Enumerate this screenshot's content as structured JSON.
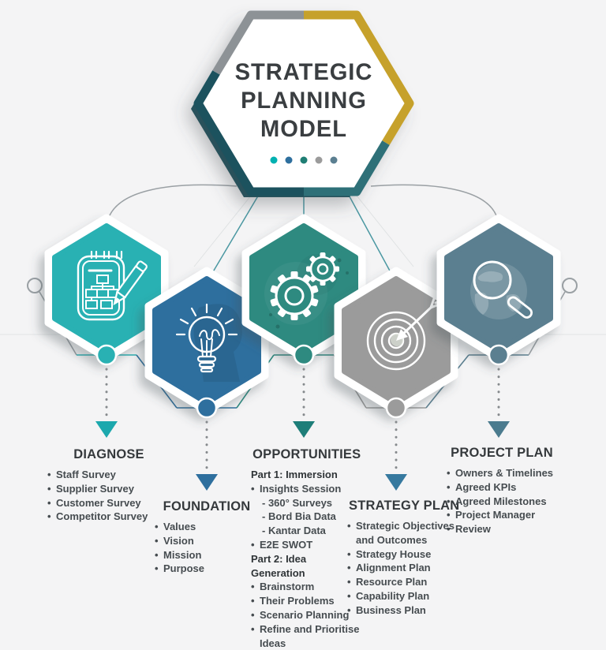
{
  "title": {
    "lines": [
      "STRATEGIC",
      "PLANNING",
      "MODEL"
    ]
  },
  "title_dots": [
    "#00b1b1",
    "#2e6f9e",
    "#1f7e74",
    "#9b9b9b",
    "#5b7f91"
  ],
  "bullet_char": "•",
  "colors": {
    "background": "#f4f4f5",
    "neutral_line": "#9aa0a4",
    "branch_line": "#4b98a2",
    "dotted_line": "#85898c",
    "big_hex": {
      "gray": "#8d9296",
      "gold": "#c6a12b",
      "teal": "#2e7078",
      "dark": "#1c525e"
    }
  },
  "stages": [
    {
      "title": "DIAGNOSE",
      "icon": "clipboard-pencil-icon",
      "color": "#29b1b3",
      "arrow": "#1ca8ad",
      "items": [
        {
          "type": "bullet",
          "text": "Staff Survey"
        },
        {
          "type": "bullet",
          "text": "Supplier Survey"
        },
        {
          "type": "bullet",
          "text": "Customer Survey"
        },
        {
          "type": "bullet",
          "text": "Competitor Survey"
        }
      ]
    },
    {
      "title": "FOUNDATION",
      "icon": "lightbulb-head-icon",
      "color": "#2e6f9e",
      "arrow": "#2e6f9e",
      "items": [
        {
          "type": "bullet",
          "text": "Values"
        },
        {
          "type": "bullet",
          "text": "Vision"
        },
        {
          "type": "bullet",
          "text": "Mission"
        },
        {
          "type": "bullet",
          "text": "Purpose"
        }
      ]
    },
    {
      "title": "OPPORTUNITIES",
      "icon": "gears-icon",
      "color": "#2e8a80",
      "arrow": "#1e7e79",
      "items": [
        {
          "type": "part",
          "text": "Part 1: Immersion"
        },
        {
          "type": "bullet",
          "text": "Insights Session"
        },
        {
          "type": "sub",
          "text": "- 360° Surveys"
        },
        {
          "type": "sub",
          "text": "- Bord Bia Data"
        },
        {
          "type": "sub",
          "text": "- Kantar Data"
        },
        {
          "type": "bullet",
          "text": "E2E SWOT"
        },
        {
          "type": "part",
          "text": "Part 2: Idea Generation"
        },
        {
          "type": "bullet",
          "text": "Brainstorm"
        },
        {
          "type": "bullet",
          "text": "Their Problems"
        },
        {
          "type": "bullet",
          "text": "Scenario Planning"
        },
        {
          "type": "bullet",
          "text": "Refine and Prioritise Ideas"
        }
      ]
    },
    {
      "title": "STRATEGY PLAN",
      "icon": "target-arrow-icon",
      "color": "#9b9b9b",
      "arrow": "#36799f",
      "items": [
        {
          "type": "bullet",
          "text": "Strategic Objectives and Outcomes"
        },
        {
          "type": "bullet",
          "text": "Strategy House"
        },
        {
          "type": "bullet",
          "text": "Alignment Plan"
        },
        {
          "type": "bullet",
          "text": "Resource Plan"
        },
        {
          "type": "bullet",
          "text": "Capability Plan"
        },
        {
          "type": "bullet",
          "text": "Business Plan"
        }
      ]
    },
    {
      "title": "PROJECT PLAN",
      "icon": "magnifier-globe-icon",
      "color": "#5b7f90",
      "arrow": "#4b7b8e",
      "items": [
        {
          "type": "bullet",
          "text": "Owners & Timelines"
        },
        {
          "type": "bullet",
          "text": "Agreed KPIs"
        },
        {
          "type": "bullet",
          "text": "Agreed Milestones"
        },
        {
          "type": "bullet",
          "text": "Project Manager"
        },
        {
          "type": "bullet",
          "text": "Review"
        }
      ]
    }
  ]
}
